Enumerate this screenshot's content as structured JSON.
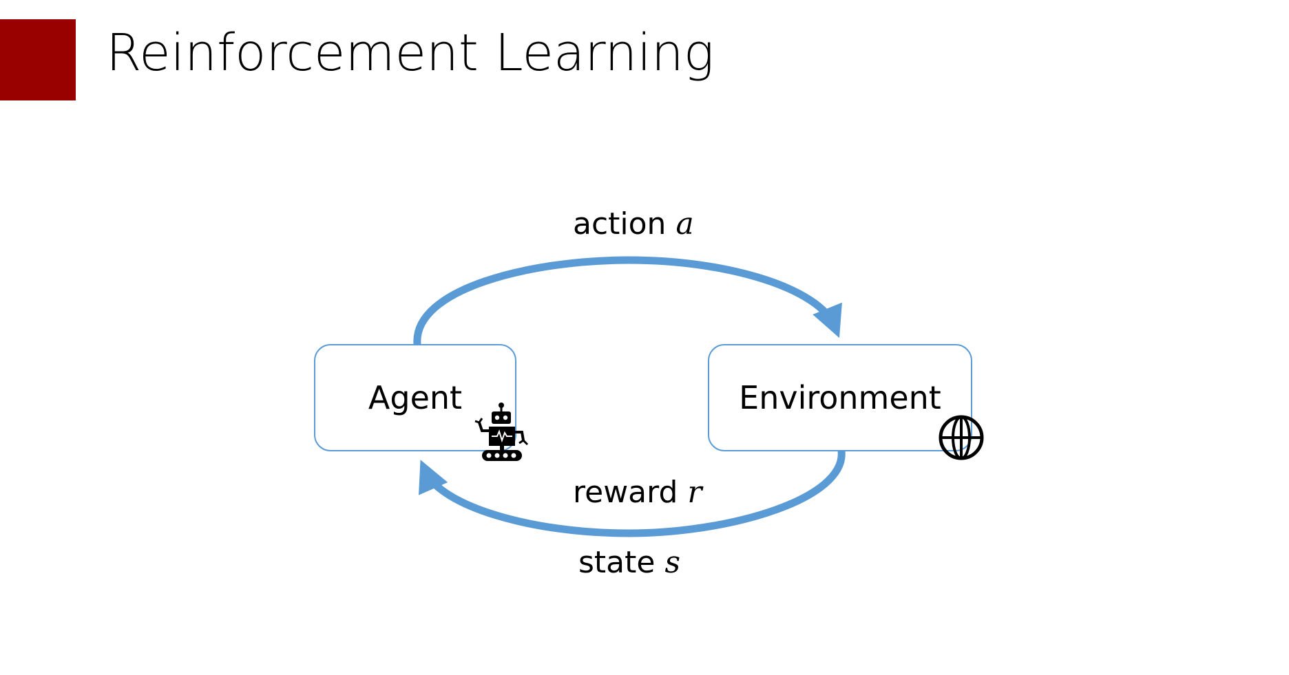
{
  "slide": {
    "title": "Reinforcement Learning",
    "accent_color": "#990000"
  },
  "diagram": {
    "arrow_color": "#5b9bd5",
    "nodes": {
      "agent": {
        "label": "Agent",
        "icon": "robot-icon"
      },
      "environment": {
        "label": "Environment",
        "icon": "globe-icon"
      }
    },
    "edges": {
      "action": {
        "text": "action",
        "var": "a"
      },
      "reward": {
        "text": "reward",
        "var": "r"
      },
      "state": {
        "text": "state",
        "var": "s"
      }
    }
  }
}
